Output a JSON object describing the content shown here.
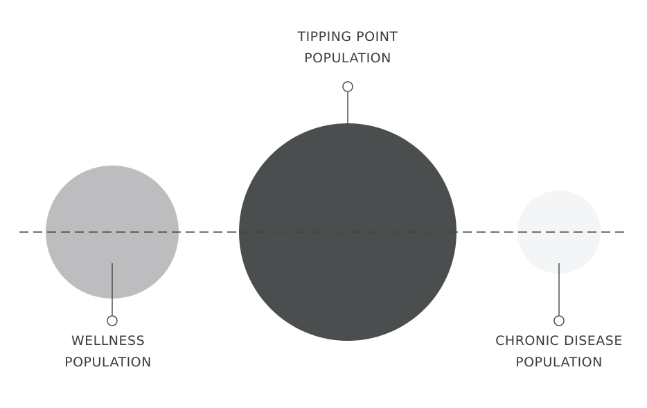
{
  "colors": {
    "background": "#ffffff",
    "text": "#3c3c3c",
    "line": "#444444",
    "wellness_circle": "#bdbdbf",
    "tipping_circle": "#4b4e4f",
    "chronic_circle": "#f4f5f6"
  },
  "labels": {
    "tipping": {
      "line1": "TIPPING POINT",
      "line2": "POPULATION"
    },
    "wellness": {
      "line1": "WELLNESS",
      "line2": "POPULATION"
    },
    "chronic": {
      "line1": "CHRONIC DISEASE",
      "line2": "POPULATION"
    }
  }
}
